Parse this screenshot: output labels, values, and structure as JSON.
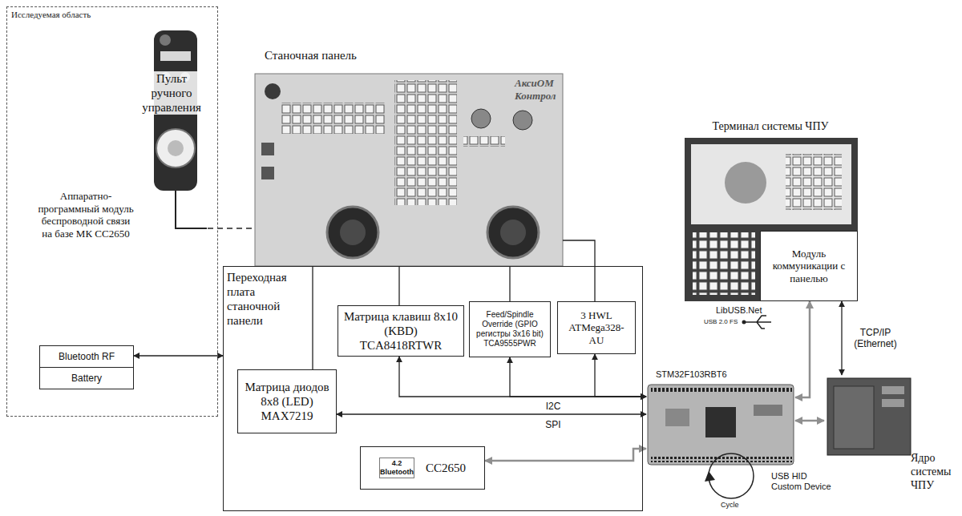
{
  "diagram": {
    "nodes": [
      {
        "text": [
          "Исследуемая область"
        ]
      },
      {
        "text": [
          "Пульт ручного управления"
        ],
        "in": 0
      },
      {
        "text": [
          "Аппаратно-программный модуль беспроводной связи на базе МК CC2650"
        ],
        "in": 0
      },
      {
        "text": [
          "Bluetooth RF"
        ],
        "in": 2
      },
      {
        "text": [
          "Battery"
        ],
        "in": 2
      },
      {
        "text": [
          "Станочная панель"
        ]
      },
      {
        "text": [
          "Терминал системы ЧПУ"
        ]
      },
      {
        "text": [
          "Модуль коммуникации с панелью"
        ],
        "in": 6
      },
      {
        "text": [
          "Переходная плата станочной панели"
        ]
      },
      {
        "text": [
          "Матрица клавиш 8x10 (KBD) TCA8418RTWR"
        ],
        "in": 8
      },
      {
        "text": [
          "Feed/Spindle Override (GPIO регистры 3x16 bit) TCA9555PWR"
        ],
        "in": 8
      },
      {
        "text": [
          "3 HWL ATMega328-AU"
        ],
        "in": 8
      },
      {
        "text": [
          "Матрица диодов 8x8 (LED) MAX7219"
        ],
        "in": 8
      },
      {
        "text": [
          "4.2 Bluetooth",
          "CC2650"
        ],
        "in": 8
      },
      {
        "text": [
          "STM32F103RBT6"
        ]
      },
      {
        "text": [
          "Ядро системы ЧПУ"
        ]
      }
    ],
    "edges": [
      {
        "from": 1,
        "to": 5,
        "arrow": "none"
      },
      {
        "from": 3,
        "to": 8,
        "arrow": "both"
      },
      {
        "from": 5,
        "to": 9,
        "arrow": "none"
      },
      {
        "from": 5,
        "to": 10,
        "arrow": "none"
      },
      {
        "from": 5,
        "to": 11,
        "arrow": "none"
      },
      {
        "from": 5,
        "to": 12,
        "arrow": "none"
      },
      {
        "from": 9,
        "to": 14,
        "arrow": "both"
      },
      {
        "from": 10,
        "to": 14,
        "arrow": "both",
        "label": "I2C"
      },
      {
        "from": 11,
        "to": 14,
        "arrow": "both"
      },
      {
        "from": 12,
        "to": 14,
        "arrow": "both",
        "label": "SPI"
      },
      {
        "from": 13,
        "to": 14,
        "arrow": "both"
      },
      {
        "from": 14,
        "to": 7,
        "arrow": "both"
      },
      {
        "from": 14,
        "to": 15,
        "arrow": "both"
      },
      {
        "from": 7,
        "to": 15,
        "arrow": "both",
        "label": "TCP/IP (Ethernet)"
      }
    ],
    "labels": [
      "АксиОМ Контрол",
      "LibUSB.Net",
      "USB 2.0 FS",
      "USB HID Custom Device",
      "Cycle"
    ]
  }
}
